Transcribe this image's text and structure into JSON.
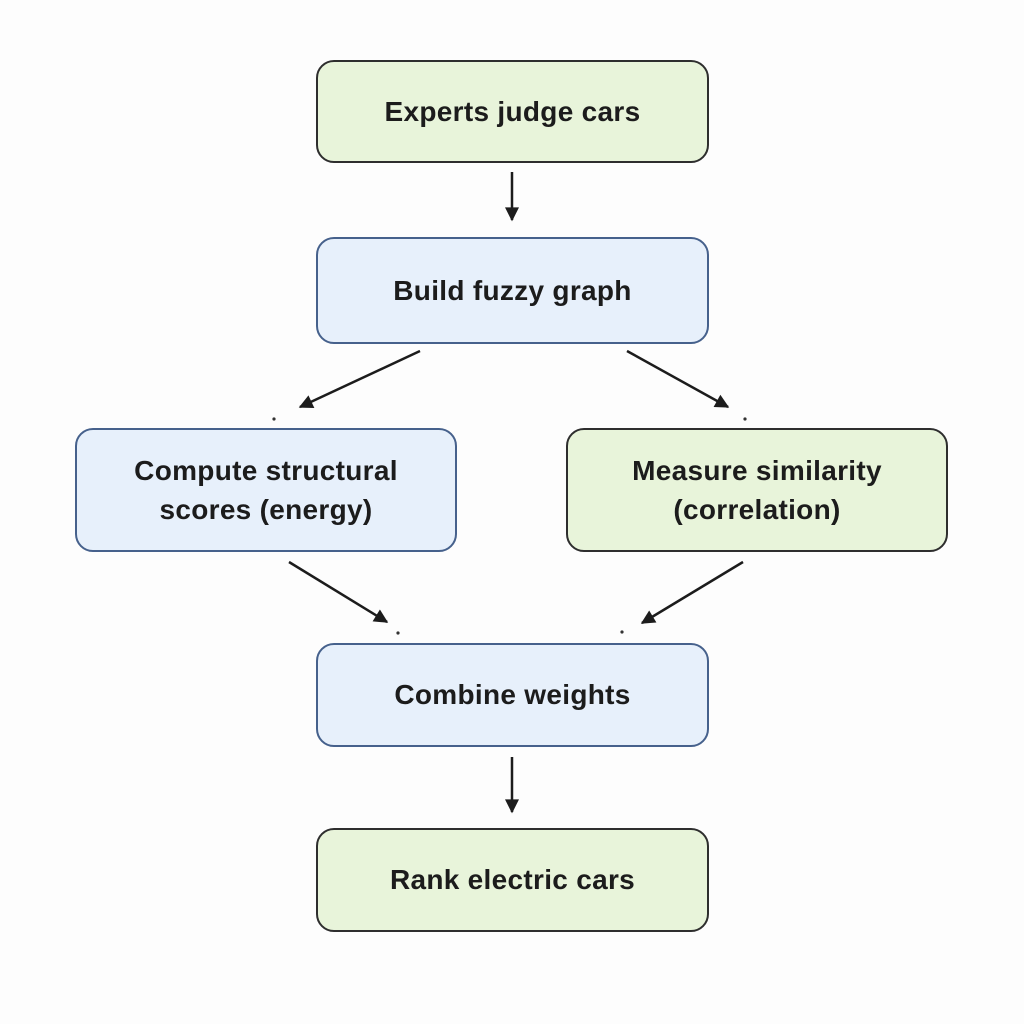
{
  "diagram": {
    "type": "flowchart",
    "background_color": "#fdfdfd",
    "colors": {
      "green_node_fill": "#e8f4da",
      "green_node_border": "#2e2e2e",
      "blue_node_fill": "#e7f0fb",
      "blue_node_border": "#46618c",
      "arrow_color": "#1c1c1c",
      "text_color": "#1c1c1c"
    },
    "nodes": [
      {
        "id": "experts",
        "label": "Experts judge cars",
        "color": "green"
      },
      {
        "id": "graph",
        "label": "Build fuzzy graph",
        "color": "blue"
      },
      {
        "id": "structural",
        "label": "Compute structural scores (energy)",
        "color": "blue"
      },
      {
        "id": "similarity",
        "label": "Measure similarity (correlation)",
        "color": "green"
      },
      {
        "id": "combine",
        "label": "Combine weights",
        "color": "blue"
      },
      {
        "id": "rank",
        "label": "Rank electric cars",
        "color": "green"
      }
    ],
    "edges": [
      {
        "from": "experts",
        "to": "graph"
      },
      {
        "from": "graph",
        "to": "structural"
      },
      {
        "from": "graph",
        "to": "similarity"
      },
      {
        "from": "structural",
        "to": "combine"
      },
      {
        "from": "similarity",
        "to": "combine"
      },
      {
        "from": "combine",
        "to": "rank"
      }
    ]
  }
}
